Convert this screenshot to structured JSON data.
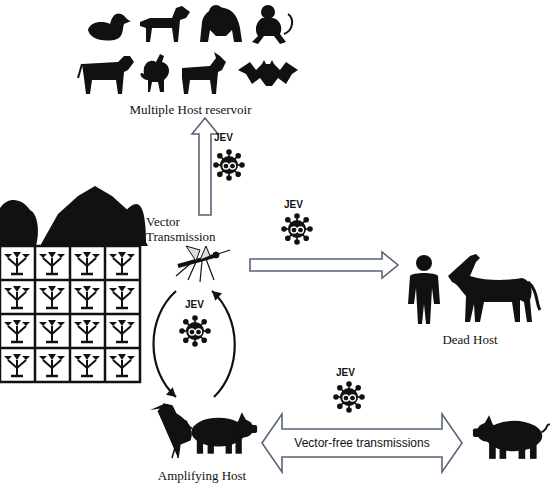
{
  "diagram": {
    "nodes": [
      {
        "text": [
          "Multiple Host reservoir"
        ]
      },
      {
        "text": [
          "Vector Transmission"
        ]
      },
      {
        "text": [
          "Dead Host"
        ]
      },
      {
        "text": [
          "Amplifying Host"
        ]
      }
    ],
    "edges": [
      {
        "from": 1,
        "to": 0,
        "arrow": "to",
        "label": "JEV"
      },
      {
        "from": 1,
        "to": 2,
        "arrow": "to",
        "label": "JEV"
      },
      {
        "from": 1,
        "to": 3,
        "arrow": "to"
      },
      {
        "from": 3,
        "to": 1,
        "arrow": "to"
      }
    ],
    "labels": [
      "JEV",
      "JEV",
      "Vector-free transmissions"
    ]
  }
}
